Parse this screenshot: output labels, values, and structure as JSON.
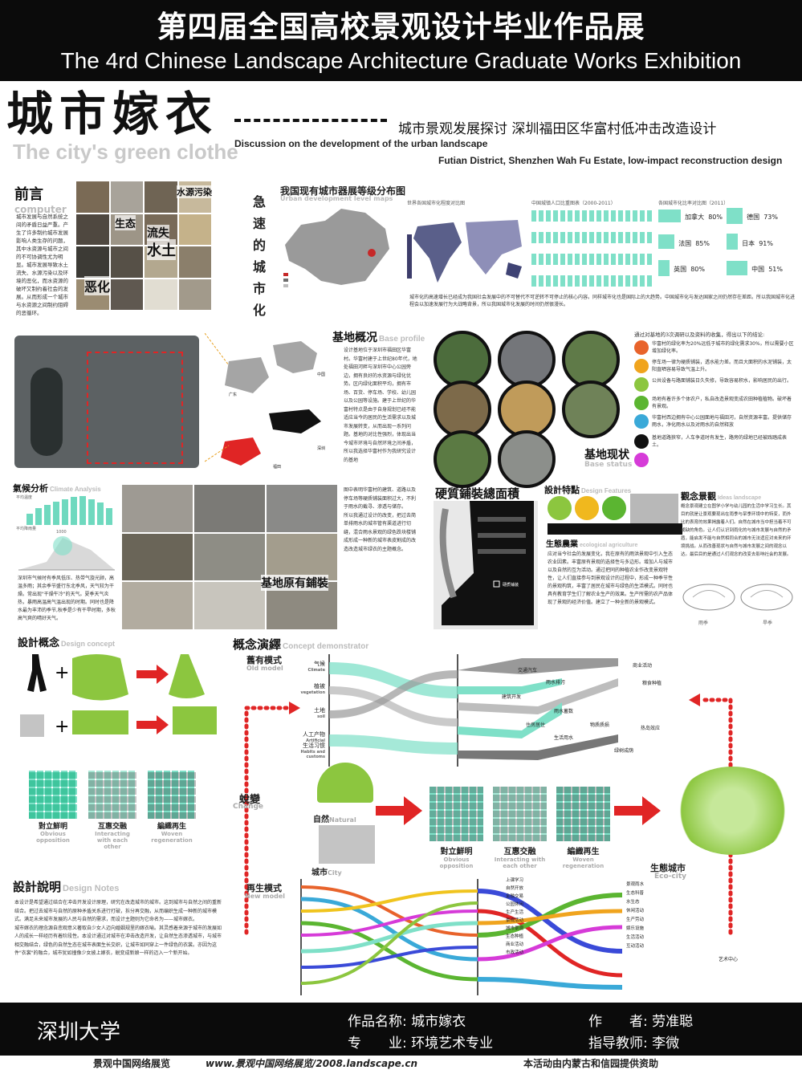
{
  "header": {
    "title_cn": "第四届全国高校景观设计毕业作品展",
    "title_en": "The 4rd Chinese Landscape Architecture Graduate Works Exhibition"
  },
  "title": {
    "cn": "城市嫁衣",
    "en": "The city's green clothe",
    "sub_cn": "城市景观发展探讨 深圳福田区华富村低冲击改造设计",
    "sub_en1": "Discussion on the development of the urban landscape",
    "sub_en2": "Futian District, Shenzhen Wah Fu Estate, low-impact reconstruction design"
  },
  "preface": {
    "heading": "前言",
    "heading_en": "computer",
    "text": "城市发展与自然系统之间的矛盾日益严重。产生了许多制约城市发展影响人类生存的问题，其中水资源与城市之间的不可协调性尤为明显。城市发展导致水土流失、水源污染以及环境的恶化，而水资源的破坏又制约着社会的发展。从而形成一个城市与水资源之间制约阻碍的恶循环。",
    "tags": [
      "水源污染",
      "生态",
      "流失",
      "水土",
      "恶化"
    ]
  },
  "urban": {
    "vertical": [
      "急",
      "速",
      "的",
      "城",
      "市",
      "化"
    ],
    "title": "我国现有城市器展等级分布图",
    "title_en": "Urban development level maps",
    "world_label": "世界各国城市化程度对比图",
    "world_label_en": "Comparison chart of the world urbanization",
    "pop_label": "中国城镇人口比重图表（2000-2011）",
    "country_label": "各国城市化比率对比图（2011）",
    "countries": [
      {
        "name": "加拿大",
        "value": "80%"
      },
      {
        "name": "德国",
        "value": "73%"
      },
      {
        "name": "法国",
        "value": "85%"
      },
      {
        "name": "日本",
        "value": "91%"
      },
      {
        "name": "英国",
        "value": "80%"
      },
      {
        "name": "中国",
        "value": "51%"
      }
    ],
    "note": "城市化的高速增长已经成为我国社会发展中的不可替代不可逆转不可停止的核心内容。同样城市化也是国际上的大趋势。中国城市化与发达国家之间仍然存在差距。所以我国城市化进程会以加速发展行为大战略背景，所以我国城市化发展的时间仍然很漫长。"
  },
  "site": {
    "heading": "基地概况",
    "heading_en": "Base profile",
    "text": "设计基地位于深圳市福田区华富村。华富村建于上世纪80年代，地处福田河畔与深圳市中心公园旁边，拥有良好的水资源与绿化优势。区内绿化面积平均，拥有市场、百货、停车场、学校、幼儿园以及公园等设施。建于上世纪的华富村特点是由于自身规划已经不能适应当今的居民的生活需求以及城市发展转变，从而出现一系列问题。基地的对比性强烈，体现出当今城市环境与自然环境之间矛盾，所以我选择华富村作为我研究设计的基地",
    "map_labels": [
      "中国",
      "广东",
      "深圳",
      "福田"
    ]
  },
  "status": {
    "heading": "基地现状",
    "heading_en": "Base status",
    "intro": "通过对基地的3次调研以及资料的收集，得出以下的结论:",
    "items": [
      {
        "color": "#e8632b",
        "text": "华富村的绿化率为20%远低于城市的绿化需求30%，所以需要小区增加绿化率。"
      },
      {
        "color": "#f0a41e",
        "text": "停车场一律为硬质铺装，透水能力差。而且大面积的水泥铺装，太阳直晒容易导致气温上升。"
      },
      {
        "color": "#8cc63f",
        "text": "公共设备与路面铺装日久失修，导致容易积水，影响居民的出行。"
      },
      {
        "color": "#5bb531",
        "text": "场地有着许多个体农户，私自改造景观变成农田种植植物。破坏着有景观。"
      },
      {
        "color": "#3aa9d8",
        "text": "华富村西边拥有中心公园面地与福田河，自然资源丰富。提供储存雨水，净化雨水以及对雨水的自然释放"
      },
      {
        "color": "#111111",
        "text": "基地道路狭窄，人车争道时有发生，路旁的绿地已经被践踏成表土。"
      },
      {
        "color": "#d63bd8",
        "text": ""
      }
    ]
  },
  "climate": {
    "heading": "氣候分析",
    "heading_en": "Climate Analysis",
    "text": "深圳市气候时有季风低压、热带气旋光顾，高温多雨；其余季节盛行东北季风，天气较为干燥。常出现\"干燥午冷\"的天气。夏季天气炎热，暴雨高温高气温出现的时期。同时也是降水最为丰沛的季节,秋季是少有干旱时期，多秋高气爽的晴好天气。",
    "bars": [
      30,
      45,
      55,
      62,
      70,
      75,
      78,
      70,
      60,
      45
    ],
    "axis_label_1": "平均温度",
    "axis_label_2": "平均降雨量",
    "value_label": "1000"
  },
  "paving": {
    "heading": "基地原有鋪裝",
    "text": "图中表明华富村的建筑、道路以及停车场等硬质铺装面积过大，不利于雨水的截寻、渗透与储存。\n所以我通过设计的改变，把过去简单排雨水的城市管有渠道进行切缝，混合雨水景观的绿色跌块楼铺成形成一种新的城市表皮割成的改造改造城市绿衣的主题概念。"
  },
  "hard": {
    "heading": "硬質鋪裝總面積",
    "legend": "硬质铺装"
  },
  "features": {
    "heading": "設計特點",
    "heading_en": "Design Features",
    "eco_ag": "生態農業",
    "eco_ag_en": "ecological agriculture",
    "text": "应对当今社会的发展变化，我在原有的雨洪景观中引入生态农业因素。丰富原有景观的选择性与多边形。增加人与城市以及自然的互为活动。通过把同的种植农业作改变景观特性，让人们直接参与到景观设计的过程中，形成一种季节性的景观构筑，丰富了居民在城市与绿色的生活模式。同时也具有教育学生们了解农业生产的效果。生产所需的农产品体现了景观的经济价值。建立了一种全新的景观模式。"
  },
  "idea": {
    "heading": "觀念景觀",
    "heading_en": "Ideas landscape",
    "text": "概念景观建立在图学小学与幼儿园的生活中学习生长。其目的就是让景观要现出在雨季与旱季环境中的特变，而外比的表育的效果揭露着人们。自然在城市当中担当着不可或缺的角色。让人们认识到雨化的与城市发展与自然的矛盾，能启发不能与自然相同合的城市无法适应对未来的环境挑战。从而改善现状与自然与城市发展之间的观念以达。最后目的是通过人们观念的改变去影响社会的发展。",
    "labels": [
      "雨季",
      "旱季"
    ]
  },
  "concept": {
    "heading": "設計概念",
    "heading_en": "Design concept"
  },
  "demo": {
    "heading": "概念演繹",
    "heading_en": "Concept demonstrator",
    "old_model": "舊有模式",
    "old_model_en": "Old model",
    "left_labels": [
      {
        "cn": "气候",
        "en": "Climate"
      },
      {
        "cn": "植被",
        "en": "vegetation"
      },
      {
        "cn": "土地",
        "en": "soil"
      },
      {
        "cn": "人工产物",
        "en": "Artificial"
      },
      {
        "cn": "生活习惯",
        "en": "Habits and customs"
      }
    ],
    "right_labels": [
      "交通汽车",
      "雨水排污",
      "建筑开发",
      "雨水蓄数",
      "住房居住",
      "生活用水",
      "物质质损",
      "热岛效应",
      "绿树成荫",
      "商业活动",
      "粮食种植"
    ],
    "change": "蛻變",
    "change_en": "Change",
    "nature": "自然",
    "nature_en": "Natural",
    "city": "城市",
    "city_en": "City",
    "eco_city": "生態城市",
    "eco_city_en": "Eco-city",
    "new_model": "再生模式",
    "new_model_en": "New model",
    "modes": [
      {
        "cn": "對立鮮明",
        "en": "Obvious opposition"
      },
      {
        "cn": "互惠交融",
        "en": "Interacting with each other"
      },
      {
        "cn": "編織再生",
        "en": "Woven regeneration"
      }
    ],
    "new_labels": [
      "上课学习",
      "景观雨水",
      "自然开放",
      "生态科普",
      "金融交易",
      "公园休闲",
      "水生态",
      "生产生活",
      "休闲活动",
      "景观活动",
      "生产劳动",
      "城市景观",
      "娱乐设施",
      "生态种植",
      "生活活动",
      "商业活动",
      "互动活动",
      "市政活动",
      "艺术中心"
    ]
  },
  "notes": {
    "heading": "設計說明",
    "heading_en": "Design Notes",
    "text": "本设计是希望通过结合在冲击开发设计原理，研究在改造城市的城市。这到城市与自然之间的重新结合。把过去城市与自然的原种矛盾关系进行打破，拆分再交融，从而编织生成一种新的城市模式。满足未来城市发展的人民与自然的需求，而设计主题则为它命名为——城市嫁衣。\n城市嫁衣的理念源自悲观意义著取自少女人迈向婚姻规里的嫁衣喻。其灵感着来源于城市的发展如人的成长一样经历有着阶段性。本设计通过对城市在冲击改造开发，让自然生态渗透城市，与城市相交融结合，绿色的自然生态在城市表面生长交织，让城市如同穿上一件绿色的衣裳。亦因为这件\"衣裳\"的融合，城市犹如撞像少女披上嫁衣，蜕变成新娘一样的迈入一个新开始。"
  },
  "footer": {
    "school": "深圳大学",
    "work_label": "作品名称:",
    "work_value": "城市嫁衣",
    "major_label": "专　　业:",
    "major_value": "环境艺术专业",
    "author_label": "作　　者:",
    "author_value": "劳准聪",
    "advisor_label": "指导教师:",
    "advisor_value": "李微",
    "bottom_left": "景观中国网络展览",
    "bottom_url": "www.景观中国网络展览/2008.landscape.cn",
    "bottom_right": "本活动由内蒙古和信园提供资助"
  }
}
